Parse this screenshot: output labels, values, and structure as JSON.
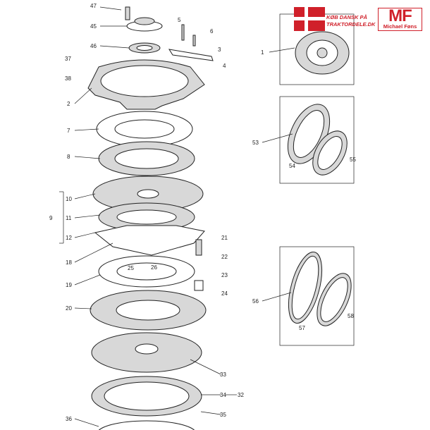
{
  "logo": {
    "line1": "KØB DANSK PÅ",
    "line2": "TRAKTORDELE.DK",
    "mark": "MF",
    "name": "Michael Føns",
    "colors": {
      "brand_red": "#d0202a"
    }
  },
  "callouts": [
    "47",
    "45",
    "46",
    "5",
    "6",
    "3",
    "4",
    "37",
    "38",
    "2",
    "7",
    "8",
    "10",
    "11",
    "9",
    "12",
    "18",
    "19",
    "25",
    "26",
    "21",
    "22",
    "23",
    "24",
    "20",
    "33",
    "34",
    "32",
    "35",
    "36",
    "1",
    "53",
    "54",
    "55",
    "56",
    "57",
    "58"
  ]
}
